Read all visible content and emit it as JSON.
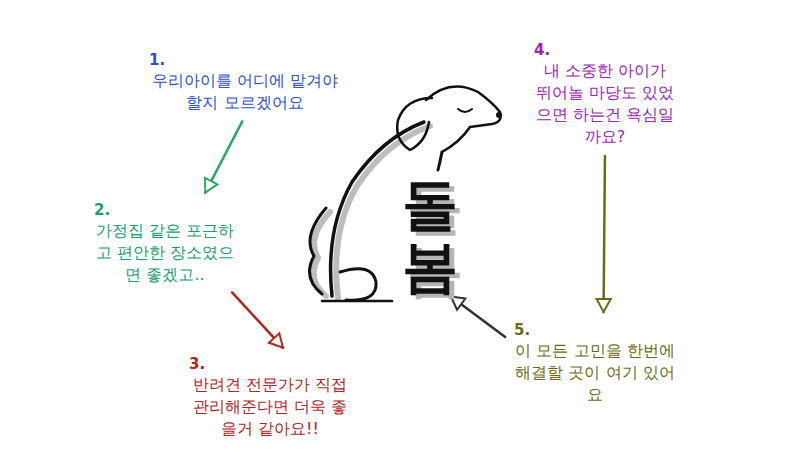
{
  "diagram": {
    "nodes": [
      {
        "text": [
          "1.",
          "우리아이를 어디에 맡겨야 할지 모르겠어요"
        ]
      },
      {
        "text": [
          "2.",
          "가정집 같은 포근하고 편안한 장소였으면 좋겠고.."
        ]
      },
      {
        "text": [
          "3.",
          "반려견 전문가가 직접 관리해준다면 더욱 좋을거 같아요!!"
        ]
      },
      {
        "text": [
          "4.",
          "내 소중한 아이가 뛰어놀 마당도 있었으면 하는건 욕심일까요?"
        ]
      },
      {
        "text": [
          "5.",
          "이 모든 고민을 한번에 해결할 곳이 여기 있어요"
        ]
      },
      {
        "text": [
          "돌봄"
        ]
      }
    ],
    "edges": [
      {
        "from": 0,
        "to": 1,
        "arrow": "to"
      },
      {
        "from": 1,
        "to": 2,
        "arrow": "to"
      },
      {
        "from": 3,
        "to": 4,
        "arrow": "to"
      },
      {
        "from": 4,
        "to": 5,
        "arrow": "to"
      }
    ]
  }
}
